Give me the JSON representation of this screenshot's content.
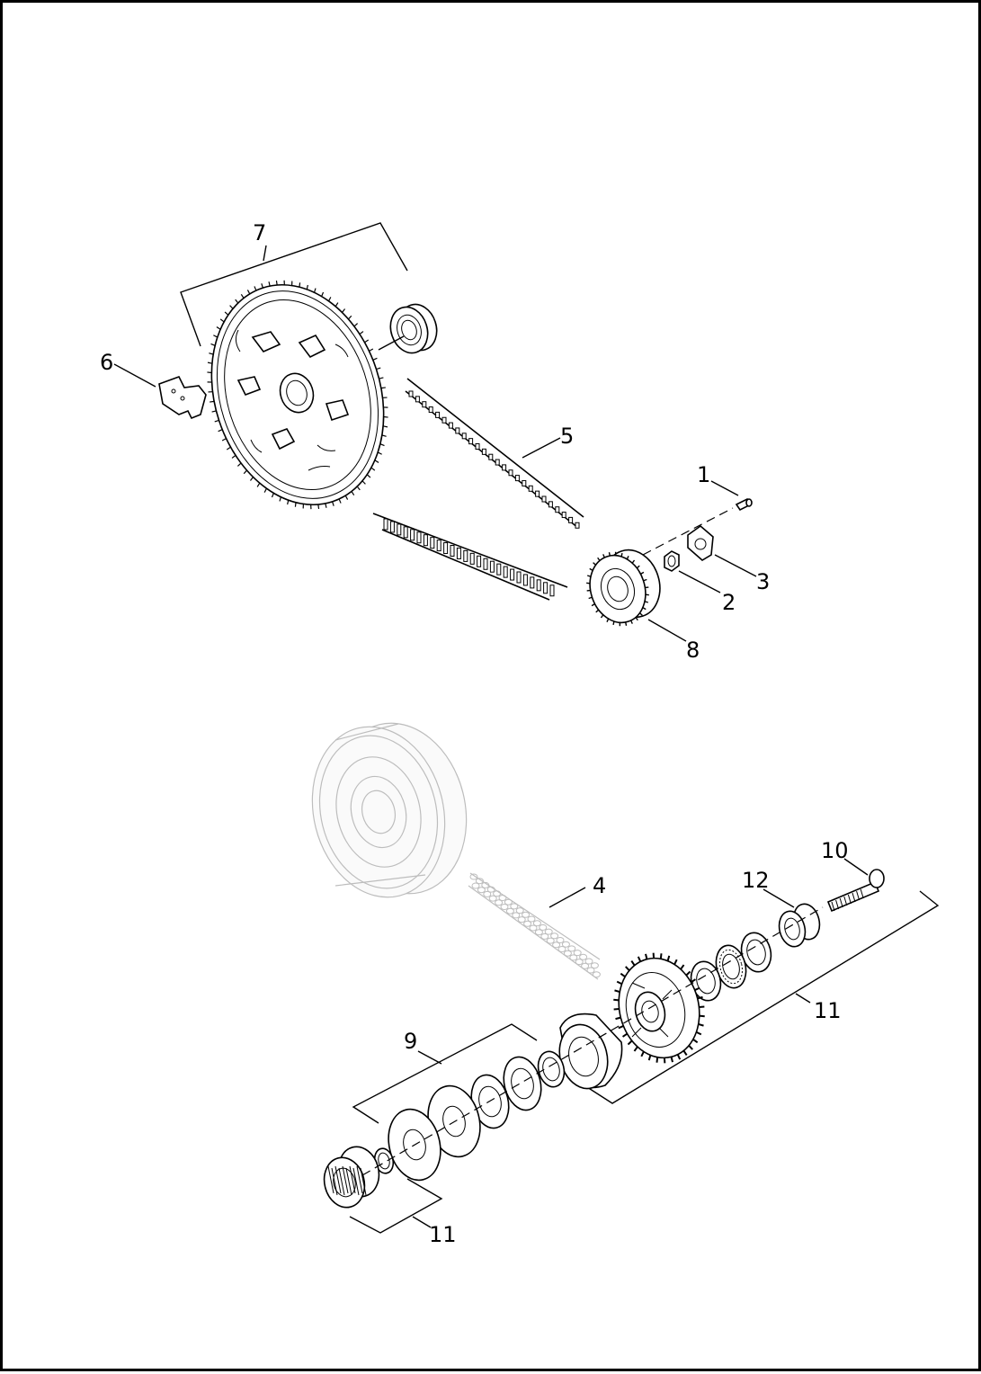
{
  "callouts": {
    "c1": "1",
    "c2": "2",
    "c3": "3",
    "c4": "4",
    "c5": "5",
    "c6": "6",
    "c7": "7",
    "c8": "8",
    "c9": "9",
    "c10": "10",
    "c11a": "11",
    "c11b": "11",
    "c12": "12"
  },
  "colors": {
    "line": "#000000",
    "ghost": "#bdbdbd",
    "background": "#ffffff"
  }
}
